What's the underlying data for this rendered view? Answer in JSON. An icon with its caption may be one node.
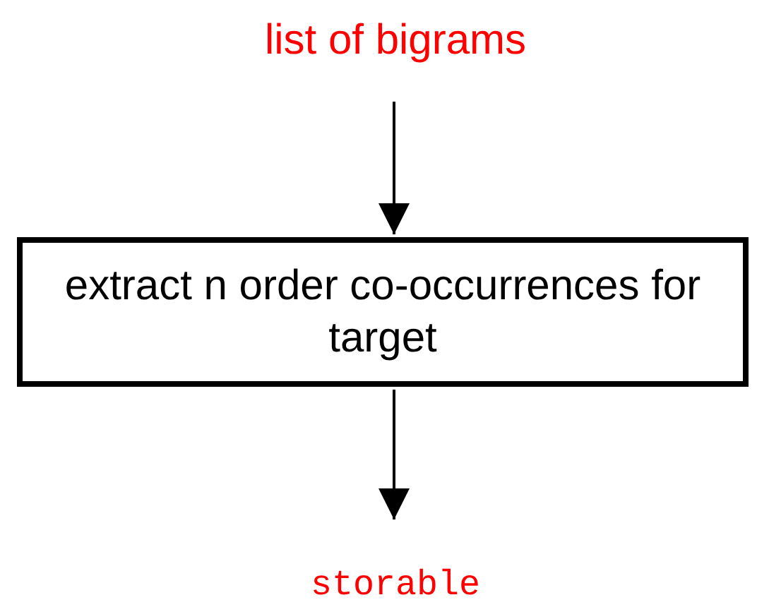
{
  "diagram": {
    "nodes": [
      {
        "text": [
          "list of bigrams"
        ]
      },
      {
        "text": [
          "extract n order co-occurrences for target"
        ]
      },
      {
        "text": [
          "storable"
        ]
      }
    ],
    "edges": [
      {
        "from": 0,
        "to": 1,
        "arrow": "to"
      },
      {
        "from": 1,
        "to": 2,
        "arrow": "to"
      }
    ]
  }
}
